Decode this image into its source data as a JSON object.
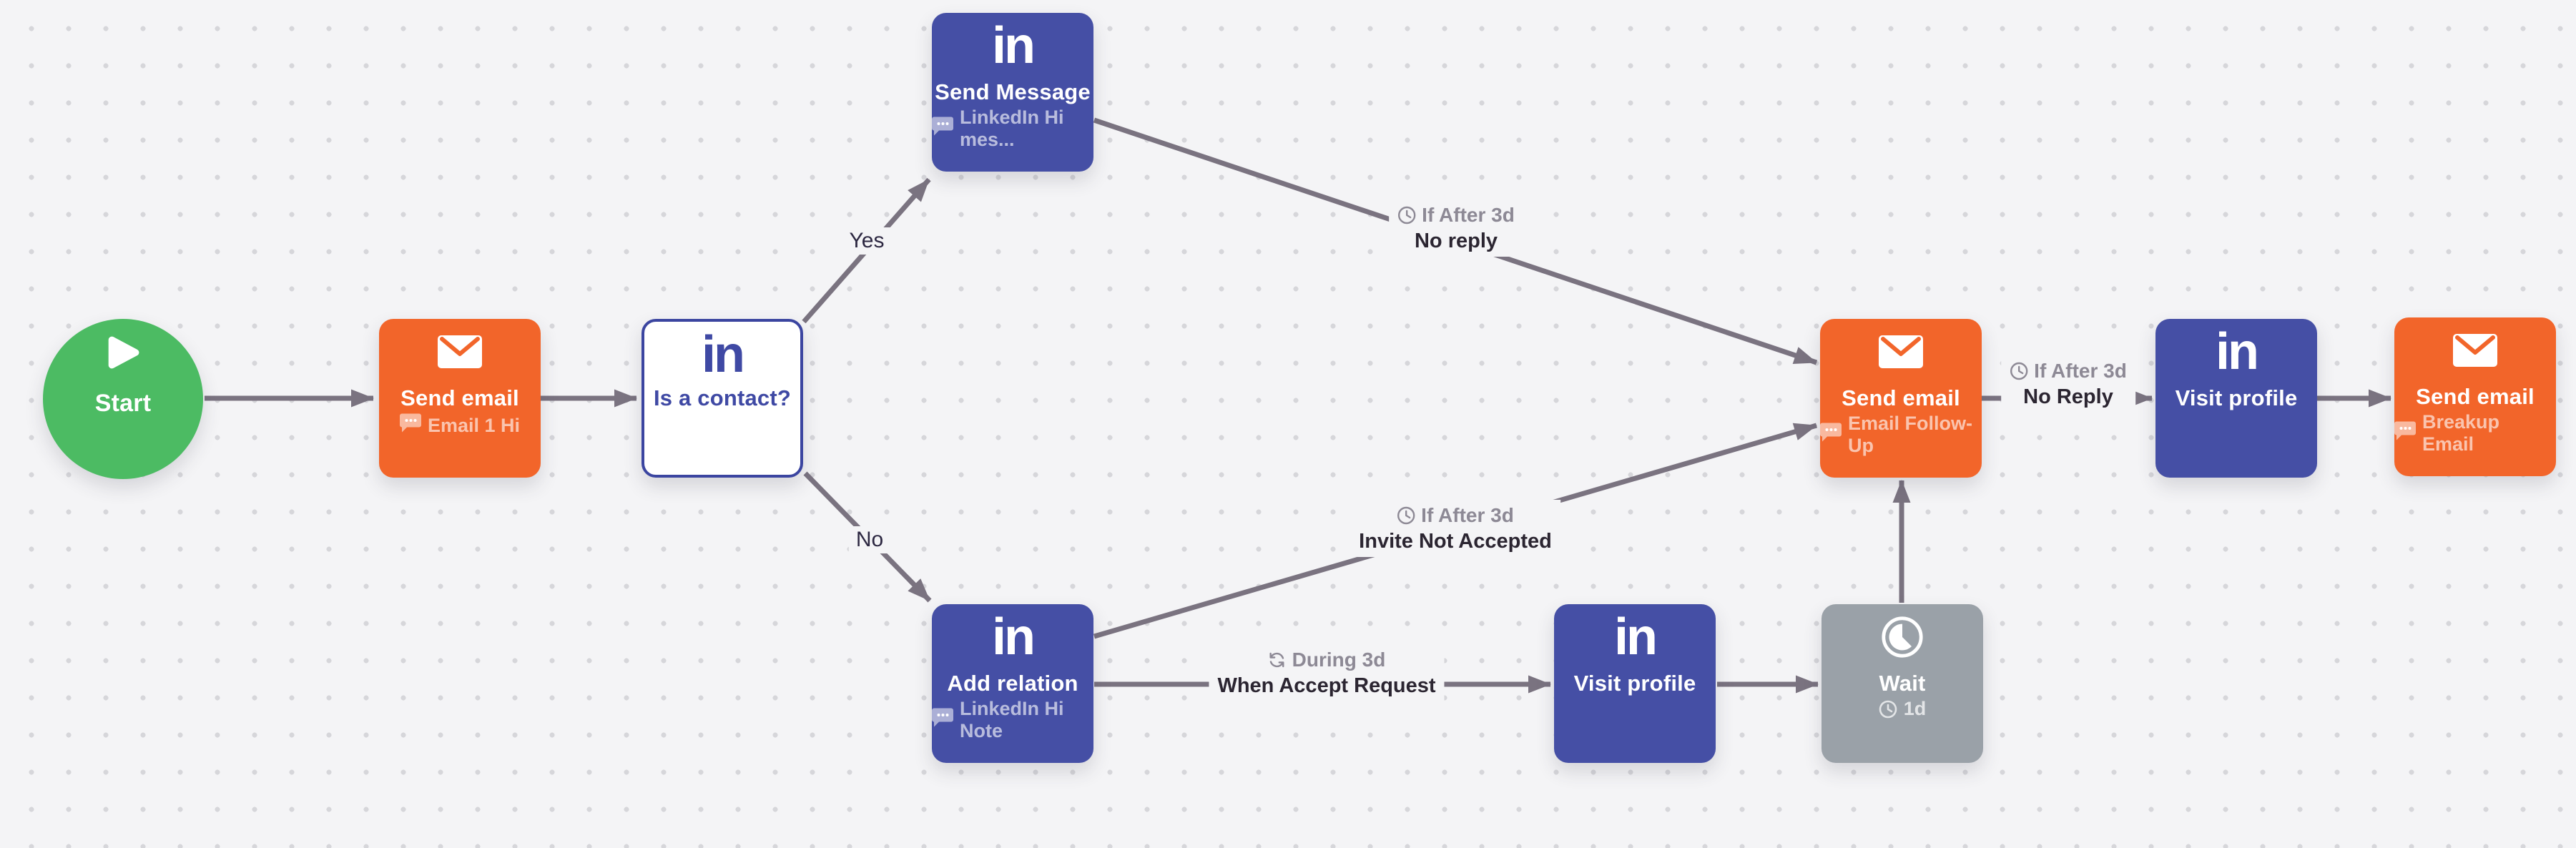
{
  "canvas": {
    "background": "#f4f4f6",
    "dot_color": "#d6d6da",
    "arrow_color": "#7a7380"
  },
  "colors": {
    "start_green": "#4cbb63",
    "email_orange": "#f2652a",
    "linkedin_indigo": "#454fa5",
    "wait_gray": "#9aa1a8",
    "condition_text": "#8d8995",
    "event_text": "#2b2531"
  },
  "glyphs": {
    "linkedin": "in"
  },
  "icons": [
    "play-icon",
    "envelope-icon",
    "linkedin-in-icon",
    "chat-bubble-icon",
    "clock-icon",
    "repeat-icon",
    "timer-icon"
  ],
  "nodes": {
    "start": {
      "label": "Start"
    },
    "send_email_1": {
      "title": "Send email",
      "subtitle": "Email 1 Hi"
    },
    "is_a_contact": {
      "title": "Is a contact?"
    },
    "send_message": {
      "title": "Send Message",
      "subtitle": "LinkedIn Hi mes..."
    },
    "add_relation": {
      "title": "Add relation",
      "subtitle": "LinkedIn Hi Note"
    },
    "visit_profile_1": {
      "title": "Visit profile"
    },
    "wait": {
      "title": "Wait",
      "subtitle": "1d"
    },
    "send_email_2": {
      "title": "Send email",
      "subtitle": "Email Follow-Up"
    },
    "visit_profile_2": {
      "title": "Visit profile"
    },
    "send_email_3": {
      "title": "Send email",
      "subtitle": "Breakup Email"
    }
  },
  "edge_labels": {
    "yes": "Yes",
    "no": "No",
    "after3d_no_reply": {
      "condition": "If After 3d",
      "event": "No reply"
    },
    "after3d_invite_not_accepted": {
      "condition": "If After 3d",
      "event": "Invite Not Accepted"
    },
    "during3d_when_accept_request": {
      "condition": "During 3d",
      "event": "When Accept Request"
    },
    "after3d_no_reply_2": {
      "condition": "If After 3d",
      "event": "No Reply"
    }
  },
  "edges": [
    {
      "from": "start",
      "to": "send_email_1"
    },
    {
      "from": "send_email_1",
      "to": "is_a_contact"
    },
    {
      "from": "is_a_contact",
      "to": "send_message",
      "label": "yes"
    },
    {
      "from": "is_a_contact",
      "to": "add_relation",
      "label": "no"
    },
    {
      "from": "send_message",
      "to": "send_email_2",
      "label": "after3d_no_reply"
    },
    {
      "from": "add_relation",
      "to": "send_email_2",
      "label": "after3d_invite_not_accepted"
    },
    {
      "from": "add_relation",
      "to": "visit_profile_1",
      "label": "during3d_when_accept_request"
    },
    {
      "from": "visit_profile_1",
      "to": "wait"
    },
    {
      "from": "wait",
      "to": "send_email_2"
    },
    {
      "from": "send_email_2",
      "to": "visit_profile_2",
      "label": "after3d_no_reply_2"
    },
    {
      "from": "visit_profile_2",
      "to": "send_email_3"
    }
  ]
}
